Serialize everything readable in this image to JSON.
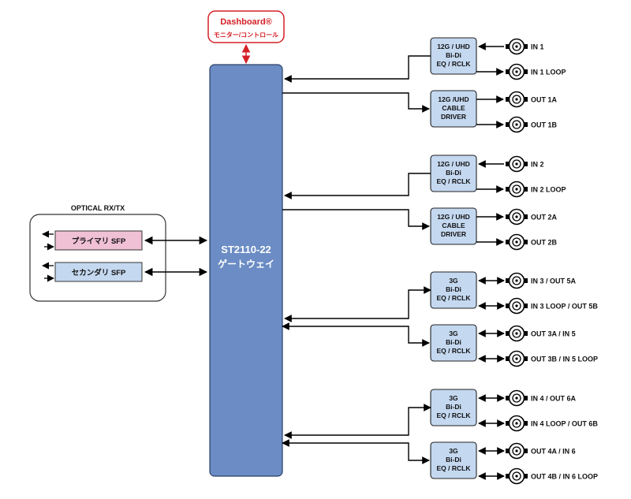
{
  "dashboard": {
    "title": "Dashboard®",
    "subtitle": "モニター/コントロール"
  },
  "gateway": {
    "line1": "ST2110-22",
    "line2": "ゲートウェイ"
  },
  "optical": {
    "title": "OPTICAL RX/TX",
    "primary": "プライマリ SFP",
    "secondary": "セカンダリ SFP"
  },
  "blocks": [
    {
      "line1": "12G / UHD",
      "line2": "Bi-Di",
      "line3": "EQ / RCLK"
    },
    {
      "line1": "12G /UHD",
      "line2": "CABLE",
      "line3": "DRIVER"
    },
    {
      "line1": "12G / UHD",
      "line2": "Bi-Di",
      "line3": "EQ / RCLK"
    },
    {
      "line1": "12G / UHD",
      "line2": "CABLE",
      "line3": "DRIVER"
    },
    {
      "line1": "3G",
      "line2": "Bi-Di",
      "line3": "EQ / RCLK"
    },
    {
      "line1": "3G",
      "line2": "Bi-Di",
      "line3": "EQ / RCLK"
    },
    {
      "line1": "3G",
      "line2": "Bi-Di",
      "line3": "EQ / RCLK"
    },
    {
      "line1": "3G",
      "line2": "Bi-Di",
      "line3": "EQ / RCLK"
    }
  ],
  "ports": [
    "IN 1",
    "IN 1 LOOP",
    "OUT 1A",
    "OUT 1B",
    "IN 2",
    "IN 2 LOOP",
    "OUT 2A",
    "OUT 2B",
    "IN 3 / OUT 5A",
    "IN 3 LOOP / OUT 5B",
    "OUT 3A / IN 5",
    "OUT 3B / IN 5 LOOP",
    "IN 4 / OUT 6A",
    "IN 4 LOOP / OUT 6B",
    "OUT 4A / IN 6",
    "OUT 4B / IN 6 LOOP"
  ],
  "colors": {
    "gateway": "#6b8cc4",
    "block": "#c4d8f0",
    "primary_sfp": "#f0c0d4",
    "secondary_sfp": "#c4d8f0",
    "dashboard": "#d42027"
  }
}
